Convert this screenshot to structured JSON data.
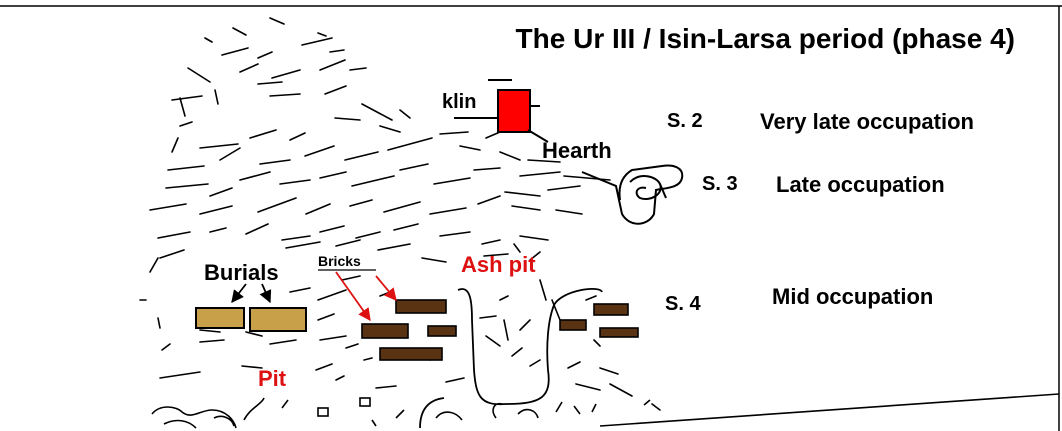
{
  "title": "The Ur III / Isin-Larsa period (phase 4)",
  "labels": {
    "klin": "klin",
    "hearth": "Hearth",
    "burials": "Burials",
    "bricks": "Bricks",
    "ash_pit": "Ash pit",
    "pit": "Pit"
  },
  "strata": [
    {
      "code": "S. 2",
      "desc": "Very late occupation"
    },
    {
      "code": "S. 3",
      "desc": "Late occupation"
    },
    {
      "code": "S. 4",
      "desc": "Mid occupation"
    }
  ],
  "colors": {
    "kiln": "#ff0000",
    "burial": "#c8a04a",
    "brick": "#5a3412",
    "pit_label": "#dd1111",
    "ink": "#000000"
  }
}
